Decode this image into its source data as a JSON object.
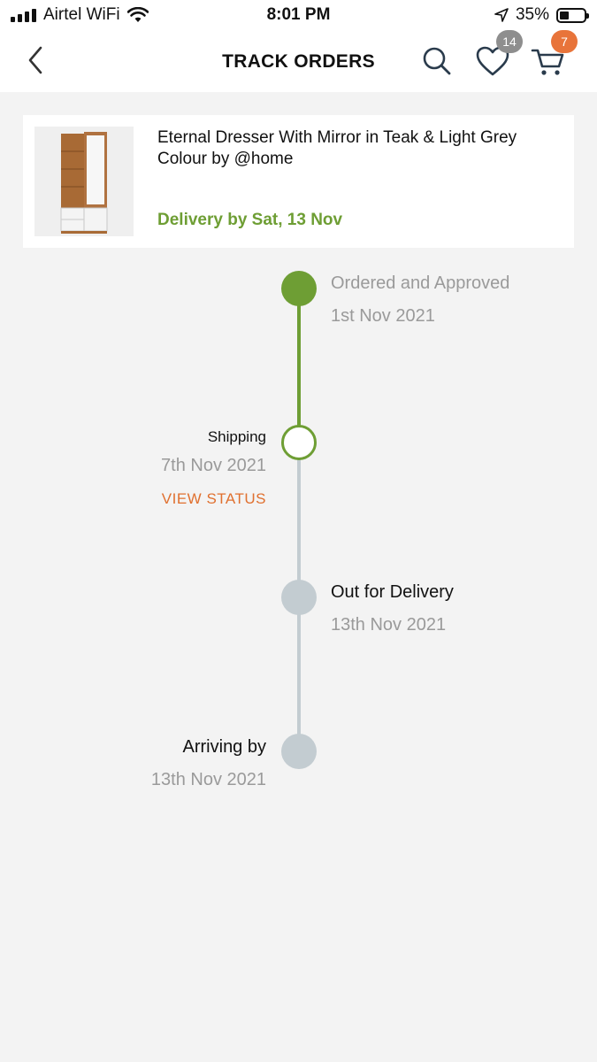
{
  "status_bar": {
    "carrier": "Airtel WiFi",
    "time": "8:01 PM",
    "battery": "35%"
  },
  "header": {
    "title": "TRACK ORDERS",
    "wishlist_count": "14",
    "cart_count": "7"
  },
  "product": {
    "name": "Eternal Dresser With Mirror in Teak & Light Grey Colour by @home",
    "delivery": "Delivery by Sat, 13 Nov"
  },
  "timeline": [
    {
      "label": "Ordered and Approved",
      "date": "1st Nov 2021",
      "state": "done"
    },
    {
      "label": "Shipping",
      "date": "7th Nov 2021",
      "state": "current",
      "action": "VIEW STATUS"
    },
    {
      "label": "Out for Delivery",
      "date": "13th Nov 2021",
      "state": "pending"
    },
    {
      "label": "Arriving by",
      "date": "13th Nov 2021",
      "state": "pending"
    }
  ],
  "colors": {
    "green": "#6e9e34",
    "orange": "#e0702f",
    "grey_line": "#c3ccd1",
    "wish_badge": "#8e8e8e",
    "cart_badge": "#e8743a"
  }
}
